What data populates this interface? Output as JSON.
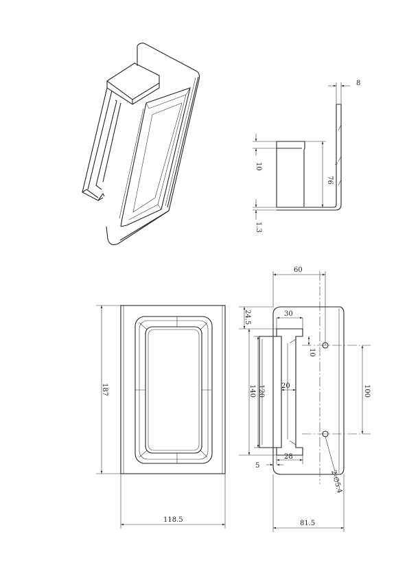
{
  "dimensions": {
    "top_right": {
      "width_8": "8",
      "height_76": "76",
      "lip_10": "10",
      "thickness_1_3": "1.3"
    },
    "front": {
      "height_187": "187",
      "width_118_5": "118.5"
    },
    "side": {
      "width_60": "60",
      "offset_24_5": "24.5",
      "flange_30": "30",
      "step_10": "10",
      "inner_20": "20",
      "height_140": "140",
      "height_120": "120",
      "hole_spacing_100": "100",
      "base_28": "28",
      "edge_5": "5",
      "holes_2_5_4": "2-∅5.4",
      "width_81_5": "81.5"
    }
  }
}
